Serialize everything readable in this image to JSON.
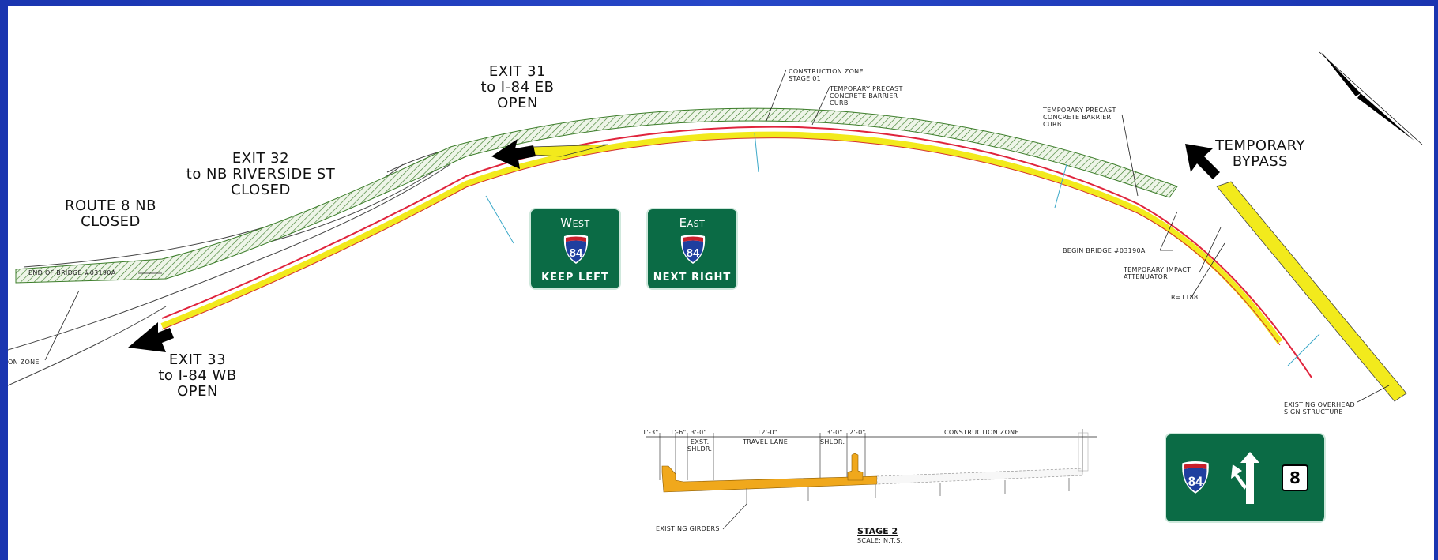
{
  "labels": {
    "exit31": [
      "EXIT  31",
      "to  I-84  EB",
      "OPEN"
    ],
    "exit32": [
      "EXIT  32",
      "to  NB  RIVERSIDE  ST",
      "CLOSED"
    ],
    "route8": [
      "ROUTE  8  NB",
      "CLOSED"
    ],
    "exit33": [
      "EXIT  33",
      "to  I-84  WB",
      "OPEN"
    ],
    "bypass": [
      "TEMPORARY",
      "BYPASS"
    ]
  },
  "callouts": {
    "construction_zone": "CONSTRUCTION  ZONE\nSTAGE  01",
    "temp_barrier_top": "TEMPORARY  PRECAST\nCONCRETE  BARRIER\nCURB",
    "temp_barrier_right": "TEMPORARY  PRECAST\nCONCRETE  BARRIER\nCURB",
    "end_bridge": "END  OF  BRIDGE  #03190A",
    "begin_bridge": "BEGIN  BRIDGE  #03190A",
    "impact_attenuator": "TEMPORARY  IMPACT\nATTENUATOR",
    "radius": "R=1188'",
    "on_zone": "ON  ZONE",
    "overhead_sign": "EXISTING  OVERHEAD\nSIGN  STRUCTURE"
  },
  "signs": {
    "west": {
      "direction": "West",
      "route": "84",
      "instruction": "KEEP LEFT"
    },
    "east": {
      "direction": "East",
      "route": "84",
      "instruction": "NEXT RIGHT"
    },
    "lane": {
      "route_interstate": "84",
      "route_state": "8"
    }
  },
  "section": {
    "dims": [
      "1'-3\"",
      "1'-6\"",
      "3'-0\"",
      "12'-0\"",
      "3'-0\"",
      "2'-0\"",
      "CONSTRUCTION  ZONE"
    ],
    "sublabels": [
      "EXST.\nSHLDR.",
      "TRAVEL  LANE",
      "SHLDR."
    ],
    "girders": "EXISTING  GIRDERS",
    "title": "STAGE  2",
    "scale": "SCALE:  N.T.S."
  },
  "colors": {
    "sign_green": "#0b6b45",
    "roadway_yellow": "#f2ea1c",
    "barrier_orange": "#f0a81c",
    "hatch_green": "#3c7d2a",
    "edge_red": "#e0243c",
    "frame_blue": "#2747c8"
  }
}
